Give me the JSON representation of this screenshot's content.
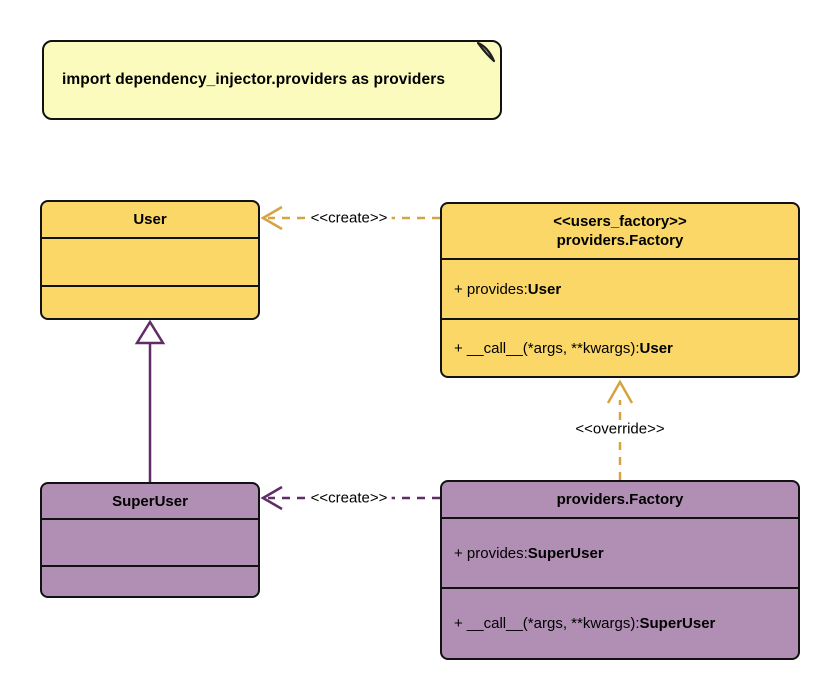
{
  "note": {
    "text": "import dependency_injector.providers as providers"
  },
  "classes": {
    "user": {
      "title": "User"
    },
    "users_factory": {
      "stereotype": "<<users_factory>>",
      "title": "providers.Factory",
      "provides_prefix": "+ provides: ",
      "provides_type": "User",
      "call_prefix": "+ __call__(*args, **kwargs): ",
      "call_type": "User"
    },
    "super_user": {
      "title": "SuperUser"
    },
    "super_user_factory": {
      "title": "providers.Factory",
      "provides_prefix": "+ provides: ",
      "provides_type": "SuperUser",
      "call_prefix": "+ __call__(*args, **kwargs): ",
      "call_type": "SuperUser"
    }
  },
  "edges": {
    "create_user": {
      "label": "<<create>>"
    },
    "create_super_user": {
      "label": "<<create>>"
    },
    "override": {
      "label": "<<override>>"
    }
  },
  "colors": {
    "class_yellow_fill": "#FAD767",
    "class_purple_fill": "#B18FB5",
    "note_fill": "#FBFBBE",
    "gold_arrow": "#D5A341",
    "purple_arrow": "#5F2C66",
    "border": "#121212"
  }
}
